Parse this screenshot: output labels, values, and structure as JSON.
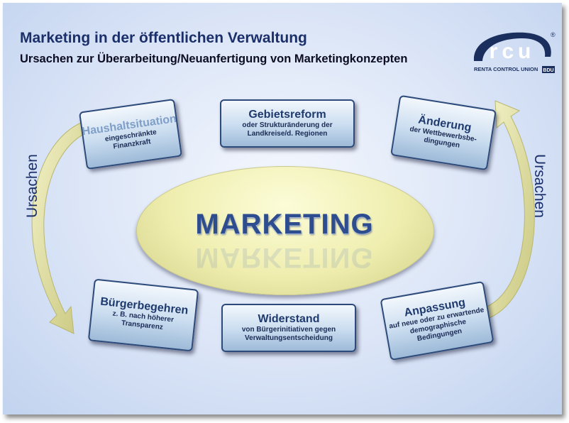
{
  "slide": {
    "title": "Marketing in der öffentlichen Verwaltung",
    "subtitle": "Ursachen zur Überarbeitung/Neuanfertigung von Marketingkonzepten"
  },
  "logo": {
    "letters": "rcu",
    "registered": "®",
    "company": "RENTA CONTROL UNION",
    "badge": "BDU",
    "colors": {
      "dark": "#1b2f5e",
      "light": "#ffffff"
    }
  },
  "center": {
    "label": "MARKETING"
  },
  "side_labels": {
    "left": "Ursachen",
    "right": "Ursachen"
  },
  "boxes": {
    "haushalt": {
      "title": "Haushaltsituation",
      "lines": [
        "eingeschränkte",
        "Finanzkraft"
      ]
    },
    "gebiet": {
      "title": "Gebietsreform",
      "lines": [
        "oder Strukturänderung der",
        "Landkreise/d. Regionen"
      ]
    },
    "aenderung": {
      "title": "Änderung",
      "lines": [
        "der Wettbewerbsbe-",
        "dingungen"
      ]
    },
    "buerger": {
      "title": "Bürgerbegehren",
      "lines": [
        "z. B. nach höherer",
        "Transparenz"
      ]
    },
    "widerstand": {
      "title": "Widerstand",
      "lines": [
        "von Bürgerinitiativen gegen",
        "Verwaltungsentscheidung"
      ]
    },
    "anpassung": {
      "title": "Anpassung",
      "lines": [
        "auf neue oder zu erwartende",
        "demographische Bedingungen"
      ]
    }
  },
  "colors": {
    "title": "#1b2f6a",
    "box_border": "#2c4a7a",
    "ellipse": "#efeeaf",
    "arrow": "#e3e2a4"
  }
}
